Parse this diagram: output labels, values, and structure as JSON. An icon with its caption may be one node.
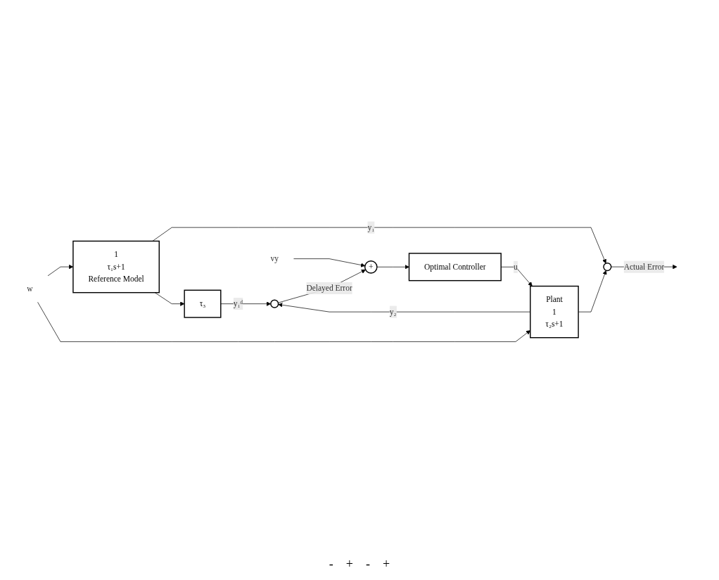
{
  "diagram": {
    "nodes": [
      {
        "text": [
          "1",
          "τ₁s+1",
          "Reference Model"
        ]
      },
      {
        "text": [],
        "shape": "circle"
      },
      {
        "text": [
          "τ₃"
        ]
      },
      {
        "text": [
          "w"
        ]
      },
      {
        "text": [
          "Plant",
          "1",
          "τ₂s+1"
        ]
      },
      {
        "text": [],
        "shape": "circle"
      },
      {
        "text": [
          "Optimal Controller"
        ]
      },
      {
        "text": [
          "+"
        ]
      },
      {
        "text": [
          "vy"
        ]
      }
    ],
    "edges": [
      {
        "from": 3,
        "to": 0,
        "arrow": "to"
      },
      {
        "from": 3,
        "to": 4,
        "arrow": "to"
      },
      {
        "from": 0,
        "to": 1,
        "arrow": "to",
        "label": "y₁"
      },
      {
        "from": 0,
        "to": 2,
        "arrow": "to"
      },
      {
        "from": 1,
        "to": null,
        "arrow": "to",
        "label": "Actual Error"
      },
      {
        "from": 4,
        "to": 1,
        "arrow": "to"
      },
      {
        "from": 2,
        "to": 5,
        "arrow": "to",
        "label": "y₁ᵈ"
      },
      {
        "from": 4,
        "to": 5,
        "arrow": "to",
        "label": "y₂"
      },
      {
        "from": 5,
        "to": 7,
        "arrow": "to",
        "label": "Delayed Error"
      },
      {
        "from": 8,
        "to": 7,
        "arrow": "to"
      },
      {
        "from": 7,
        "to": 6,
        "arrow": "to"
      },
      {
        "from": 6,
        "to": 4,
        "arrow": "to",
        "label": "u"
      }
    ],
    "labels": [
      "-",
      "+",
      "-",
      "+"
    ]
  }
}
